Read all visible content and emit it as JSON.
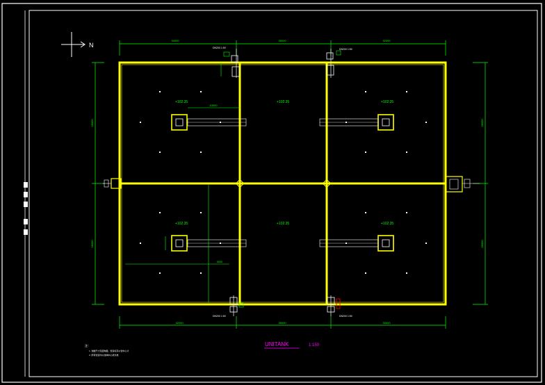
{
  "north_label": "N",
  "dims": {
    "top_left": "34000",
    "top_mid": "35000",
    "top_right": "32000",
    "bottom_left": "32000",
    "bottom_mid": "35000",
    "bottom_right": "33000",
    "left_top": "28000",
    "left_bottom": "28000",
    "right_top": "28000",
    "right_bottom": "28000",
    "inner_beam": "10000",
    "bottom_small": "5000"
  },
  "elevations": [
    "+102.35",
    "+102.35",
    "+102.35",
    "+102.35",
    "+102.35",
    "+102.35"
  ],
  "pipe_notes": {
    "top_left": "DN200 1:50",
    "top_right": "DN200 1:50",
    "bottom_left": "DN200 1:50",
    "bottom_right": "DN200 1:50"
  },
  "title": {
    "main": "UNITANK",
    "scale": "1:150"
  },
  "notes": {
    "heading": "注：",
    "line1": "1. 池壁尺寸见结构图，管道标高以管中心计",
    "line2": "2. 所有管道均以池体中心线为准"
  },
  "colors": {
    "wall": "#ffff00",
    "dimension": "#00ff00",
    "frame": "#ffffff",
    "title": "#ff00ff",
    "highlight": "#ff0000"
  }
}
